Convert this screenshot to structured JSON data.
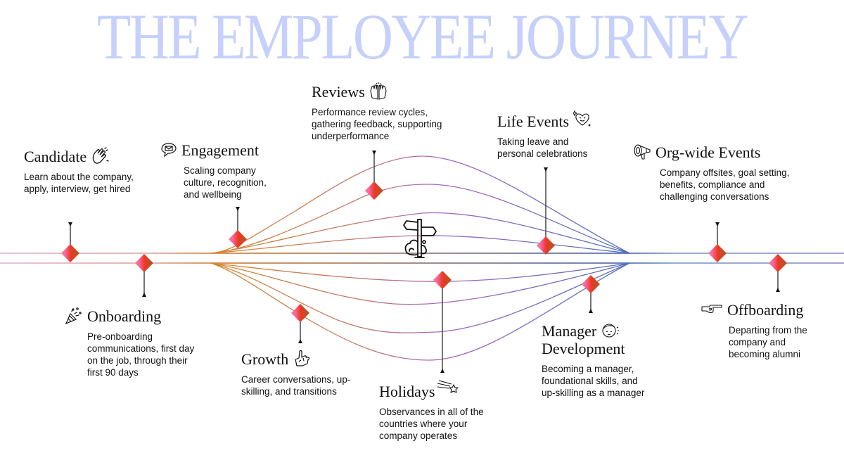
{
  "title": "THE EMPLOYEE JOURNEY",
  "colors": {
    "title": "#c5d1fb",
    "track_left": "#e3bfd8",
    "track_mid": "#d4904a",
    "track_right": "#8fa9cc",
    "curve_orange": "#d07a3a",
    "curve_purple": "#a86ac0",
    "curve_blue": "#5870b8",
    "diamond_pink": "#f56aa8",
    "diamond_red": "#f03a2a",
    "diamond_brown": "#b0602a",
    "connector": "#555555"
  },
  "center_icon": "signpost-icon",
  "stages": [
    {
      "id": "candidate",
      "title": "Candidate",
      "icon": "waving-hand-icon",
      "description": "Learn about the company, apply, interview, get hired"
    },
    {
      "id": "onboarding",
      "title": "Onboarding",
      "icon": "party-popper-icon",
      "description": "Pre-onboarding communications, first day on the job, through their first 90 days"
    },
    {
      "id": "engagement",
      "title": "Engagement",
      "icon": "speech-bubble-mail-icon",
      "description": "Scaling company culture, recognition, and wellbeing"
    },
    {
      "id": "growth",
      "title": "Growth",
      "icon": "pointing-up-hand-icon",
      "description": "Career conversations, up-skilling, and transitions"
    },
    {
      "id": "reviews",
      "title": "Reviews",
      "icon": "high-five-icon",
      "description": "Performance review cycles, gathering feedback, supporting underperformance"
    },
    {
      "id": "holidays",
      "title": "Holidays",
      "icon": "shooting-star-icon",
      "description": "Observances in all of the countries where your company operates"
    },
    {
      "id": "life_events",
      "title": "Life Events",
      "icon": "smiling-heart-icon",
      "description": "Taking leave and personal celebrations"
    },
    {
      "id": "manager_development",
      "title": "Manager Development",
      "title_line1": "Manager",
      "title_line2": "Development",
      "icon": "face-icon",
      "description": "Becoming a manager, foundational skills, and up-skilling as a manager"
    },
    {
      "id": "org_wide_events",
      "title": "Org-wide Events",
      "icon": "megaphone-icon",
      "description": "Company offsites, goal setting, benefits, compliance and challenging conversations"
    },
    {
      "id": "offboarding",
      "title": "Offboarding",
      "icon": "pointing-right-hand-icon",
      "description": "Departing from the company and becoming alumni"
    }
  ]
}
